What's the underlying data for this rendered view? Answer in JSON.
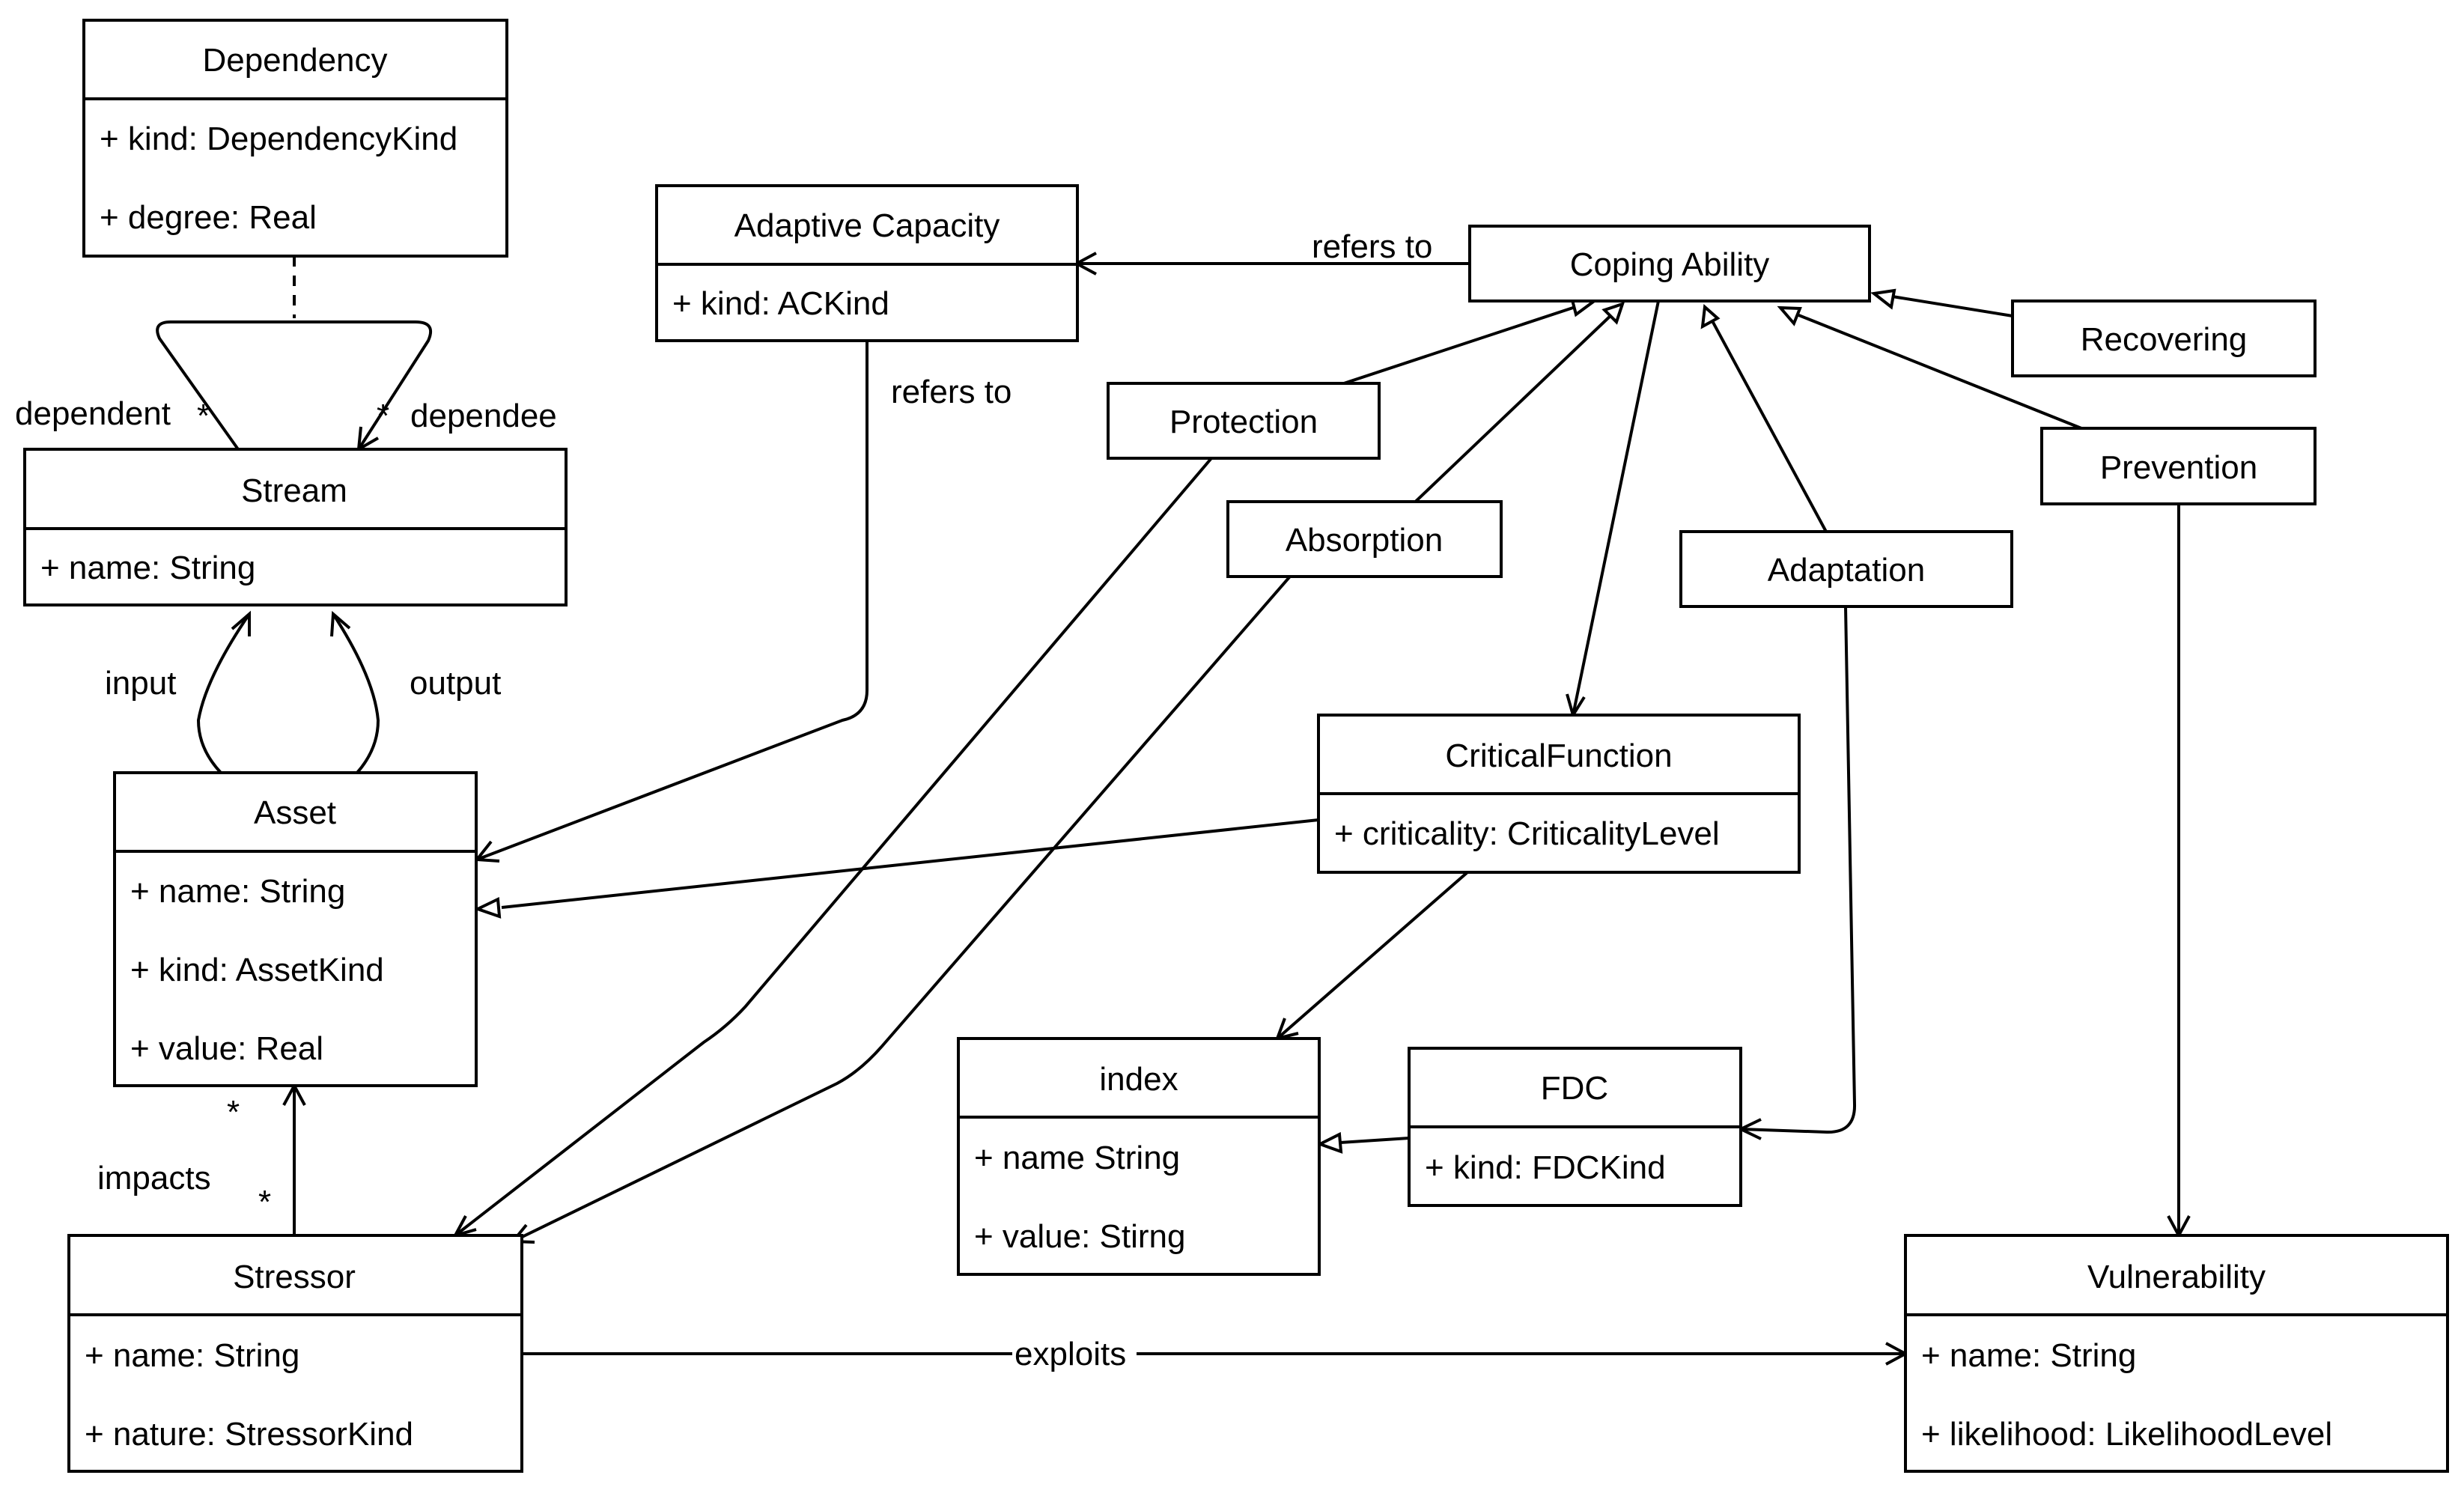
{
  "classes": {
    "dependency": {
      "name": "Dependency",
      "attrs": [
        "+ kind: DependencyKind",
        "+ degree: Real"
      ]
    },
    "adaptive_capacity": {
      "name": "Adaptive Capacity",
      "attrs": [
        "+ kind: ACKind"
      ]
    },
    "coping_ability": {
      "name": "Coping Ability"
    },
    "recovering": {
      "name": "Recovering"
    },
    "protection": {
      "name": "Protection"
    },
    "prevention": {
      "name": "Prevention"
    },
    "absorption": {
      "name": "Absorption"
    },
    "adaptation": {
      "name": "Adaptation"
    },
    "stream": {
      "name": "Stream",
      "attrs": [
        "+ name: String"
      ]
    },
    "asset": {
      "name": "Asset",
      "attrs": [
        "+ name: String",
        "+ kind: AssetKind",
        "+ value: Real"
      ]
    },
    "critical_function": {
      "name": "CriticalFunction",
      "attrs": [
        "+ criticality: CriticalityLevel"
      ]
    },
    "index": {
      "name": "index",
      "attrs": [
        "+ name String",
        "+ value: Stirng"
      ]
    },
    "fdc": {
      "name": "FDC",
      "attrs": [
        "+ kind: FDCKind"
      ]
    },
    "stressor": {
      "name": "Stressor",
      "attrs": [
        "+ name: String",
        "+ nature: StressorKind"
      ]
    },
    "vulnerability": {
      "name": "Vulnerability",
      "attrs": [
        "+ name: String",
        "+ likelihood: LikelihoodLevel"
      ]
    }
  },
  "labels": {
    "dependent": "dependent",
    "dependee": "dependee",
    "mult_star": "*",
    "refers_to_top": "refers to",
    "refers_to_left": "refers to",
    "input": "input",
    "output": "output",
    "impacts": "impacts",
    "exploits": "exploits"
  }
}
